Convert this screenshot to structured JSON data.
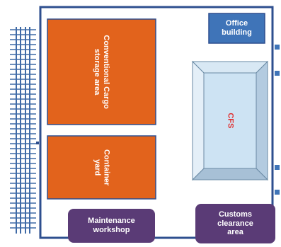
{
  "diagram": {
    "colors": {
      "site_border": "#2e4f8f",
      "rail": "#3f6aa6",
      "orange_zone": "#e2631c",
      "blue_box": "#3f74b8",
      "purple_zone": "#5a3b76",
      "cfs_fill": "#cde3f3",
      "cfs_text": "#e03030"
    },
    "zones": {
      "conventional_cargo": {
        "line1": "Conventional Cargo",
        "line2": "storage area"
      },
      "container_yard": {
        "line1": "Container",
        "line2": "yard"
      },
      "office": {
        "line1": "Office",
        "line2": "building"
      },
      "cfs": {
        "label": "CFS"
      },
      "maintenance": {
        "line1": "Maintenance",
        "line2": "workshop"
      },
      "customs": {
        "line1": "Customs",
        "line2": "clearance",
        "line3": "area"
      }
    }
  }
}
